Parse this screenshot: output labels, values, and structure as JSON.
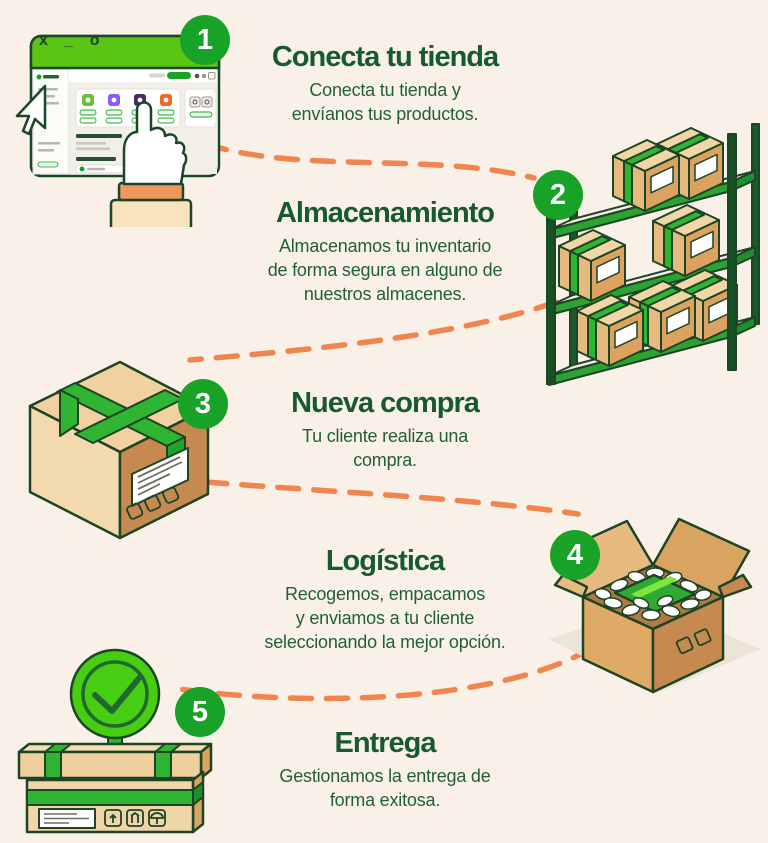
{
  "palette": {
    "background": "#F9F1E8",
    "title_green": "#175A31",
    "body_green": "#215F38",
    "badge_green": "#18A228",
    "bright_green": "#5BC514",
    "tape_green": "#2FB433",
    "dash_orange": "#F0854F",
    "box_tan": "#E6BA7E"
  },
  "browser": {
    "window_controls": "x _ o"
  },
  "steps": [
    {
      "number": "1",
      "title": "Conecta tu tienda",
      "description": "Conecta tu tienda y\nenvíanos tus productos."
    },
    {
      "number": "2",
      "title": "Almacenamiento",
      "description": "Almacenamos tu inventario\nde forma segura en alguno de\nnuestros almacenes."
    },
    {
      "number": "3",
      "title": "Nueva compra",
      "description": "Tu cliente realiza una\ncompra."
    },
    {
      "number": "4",
      "title": "Logística",
      "description": "Recogemos, empacamos\ny enviamos a tu cliente\nseleccionando la mejor opción."
    },
    {
      "number": "5",
      "title": "Entrega",
      "description": "Gestionamos la entrega de\nforma exitosa."
    }
  ]
}
